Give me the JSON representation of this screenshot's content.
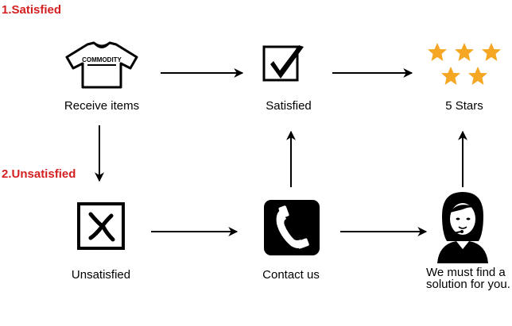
{
  "sections": {
    "satisfied": "1.Satisfied",
    "unsatisfied": "2.Unsatisfied"
  },
  "nodes": {
    "receive": {
      "label": "Receive items",
      "icon": "tshirt-icon",
      "print": "COMMODITY"
    },
    "satisfied": {
      "label": "Satisfied",
      "icon": "checkbox-check-icon"
    },
    "stars": {
      "label": "5 Stars",
      "icon": "five-stars-icon"
    },
    "unsatisfied": {
      "label": "Unsatisfied",
      "icon": "checkbox-cross-icon"
    },
    "contact": {
      "label": "Contact us",
      "icon": "telephone-icon"
    },
    "solution": {
      "label": "We must find a solution for you.",
      "icon": "support-agent-icon"
    }
  },
  "colors": {
    "section_title": "#d42020",
    "stars": "#f5a623",
    "ink": "#000000"
  }
}
